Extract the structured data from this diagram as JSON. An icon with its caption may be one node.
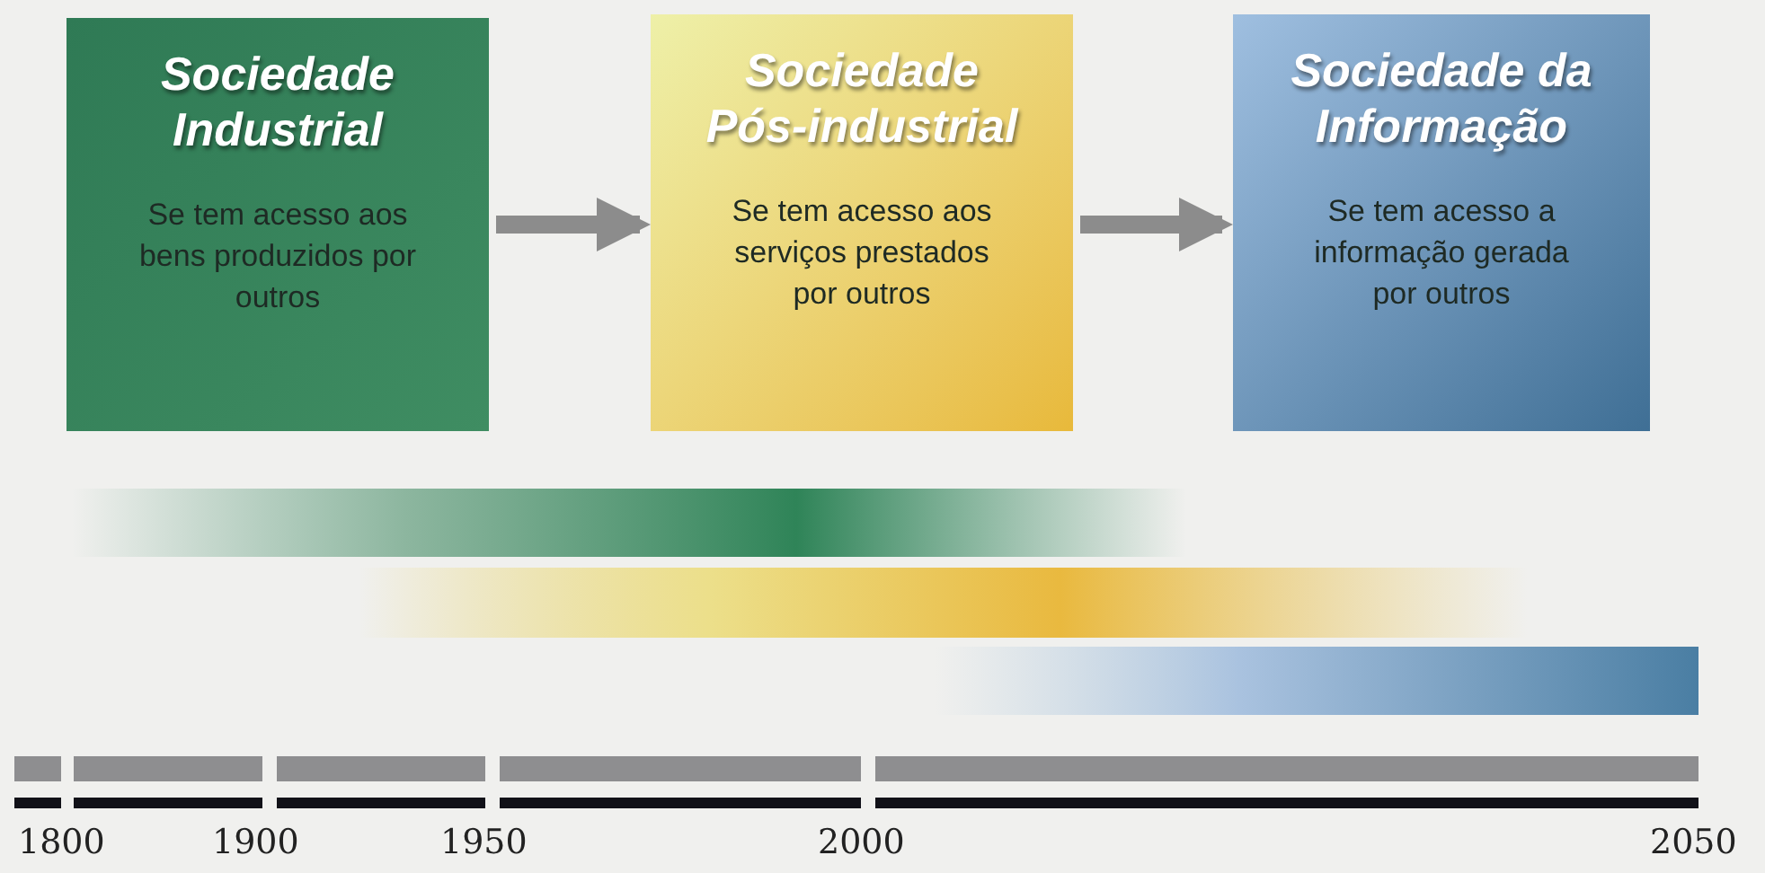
{
  "diagram": {
    "nodes": [
      {
        "text": [
          "Sociedade Industrial",
          "Se tem acesso aos bens produzidos por outros"
        ]
      },
      {
        "text": [
          "Sociedade Pós-industrial",
          "Se tem acesso aos serviços prestados por outros"
        ]
      },
      {
        "text": [
          "Sociedade da Informação",
          "Se tem acesso a informação gerada por outros"
        ]
      }
    ],
    "edges": [
      {
        "from": 0,
        "to": 1,
        "arrow": "to"
      },
      {
        "from": 1,
        "to": 2,
        "arrow": "to"
      }
    ],
    "labels": [
      "1800",
      "1900",
      "1950",
      "2000",
      "2050"
    ]
  }
}
